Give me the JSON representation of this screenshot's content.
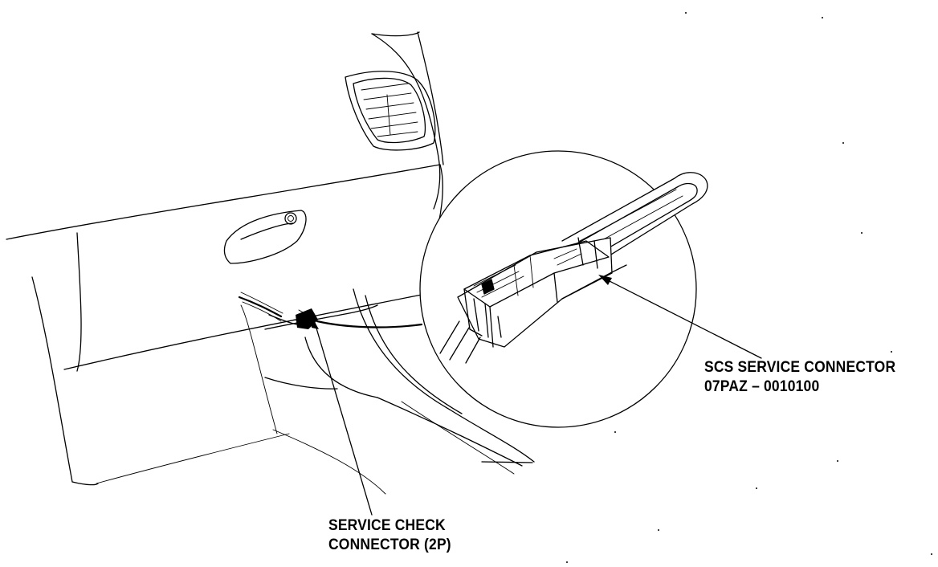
{
  "callouts": {
    "scs_connector": {
      "line1": "SCS SERVICE CONNECTOR",
      "line2": "07PAZ – 0010100"
    },
    "service_check_connector": {
      "line1": "SERVICE CHECK",
      "line2": "CONNECTOR (2P)"
    }
  }
}
